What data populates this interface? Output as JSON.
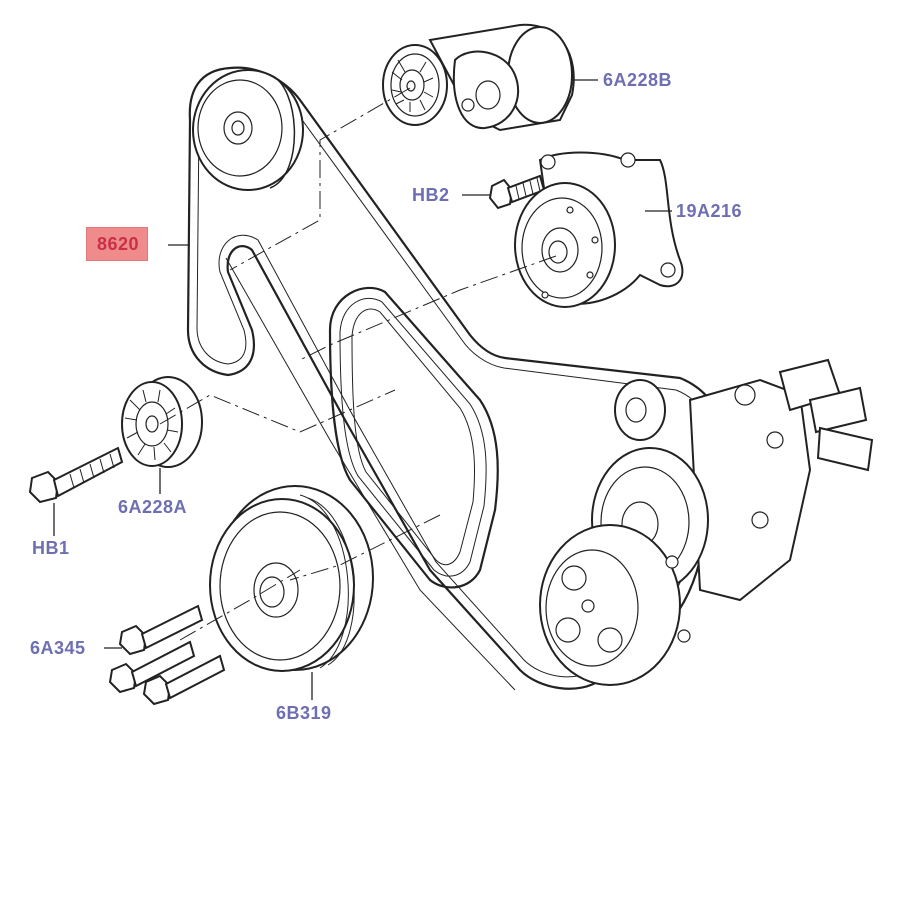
{
  "labels": {
    "tensioner_b": "6A228B",
    "bolt_hb2": "HB2",
    "pulley_19a216": "19A216",
    "belt": "8620",
    "tensioner_a": "6A228A",
    "bolt_hb1": "HB1",
    "bolts_6a345": "6A345",
    "crank_pulley": "6B319"
  },
  "colors": {
    "callout_text": "#6e6eb2",
    "highlight_bg": "#f08b8b",
    "highlight_text": "#c8304a",
    "line": "#222222"
  }
}
